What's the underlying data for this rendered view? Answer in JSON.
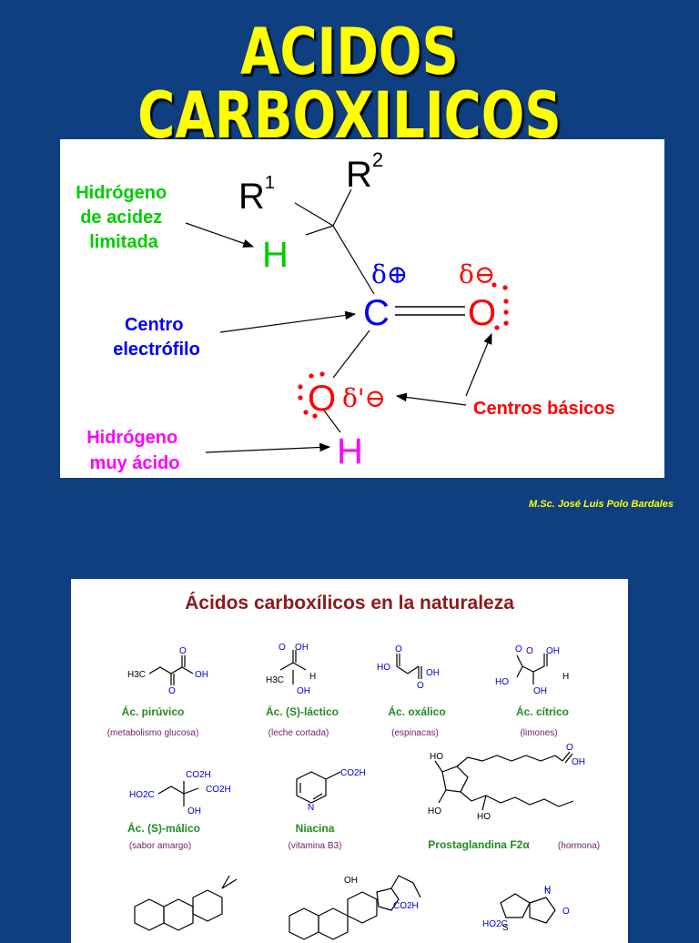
{
  "slide": {
    "title": "ACIDOS CARBOXILICOS",
    "author": "M.Sc. José Luis Polo Bardales"
  },
  "panel1": {
    "r1": "R",
    "r1_sup": "1",
    "r2": "R",
    "r2_sup": "2",
    "h_alpha": "H",
    "carbon": "C",
    "oxygen_carbonyl": "O",
    "oxygen_hydroxyl": "O",
    "h_acid": "H",
    "delta_plus": "δ⊕",
    "delta_minus": "δ⊖",
    "delta_prime_minus": "δ'⊖",
    "label_h_limited": [
      "Hidrógeno",
      "de acidez",
      "limitada"
    ],
    "label_electrophile": [
      "Centro",
      "electrófilo"
    ],
    "label_basic": "Centros básicos",
    "label_h_very_acid": [
      "Hidrógeno",
      "muy ácido"
    ],
    "colors": {
      "green": "#00cc00",
      "blue": "#0000ee",
      "red": "#ff0000",
      "magenta": "#ff00ff"
    }
  },
  "panel2": {
    "heading": "Ácidos carboxílicos en la naturaleza",
    "compounds": [
      {
        "name": "Ác. pirúvico",
        "note": "(metabolismo glucosa)"
      },
      {
        "name": "Ác. (S)-láctico",
        "note": "(leche cortada)"
      },
      {
        "name": "Ác. oxálico",
        "note": "(espinacas)"
      },
      {
        "name": "Ác. cítrico",
        "note": "(limones)"
      },
      {
        "name": "Ác. (S)-málico",
        "note": "(sabor amargo)"
      },
      {
        "name": "Niacina",
        "note": "(vitamina B3)"
      },
      {
        "name": "Prostaglandina F2α",
        "note": "(hormona)"
      }
    ],
    "atoms": {
      "oh": "OH",
      "ho": "HO",
      "h3c": "H3C",
      "h": "H",
      "o": "O",
      "n": "N",
      "s": "S",
      "co2h": "CO2H",
      "ho2c": "HO2C"
    }
  }
}
